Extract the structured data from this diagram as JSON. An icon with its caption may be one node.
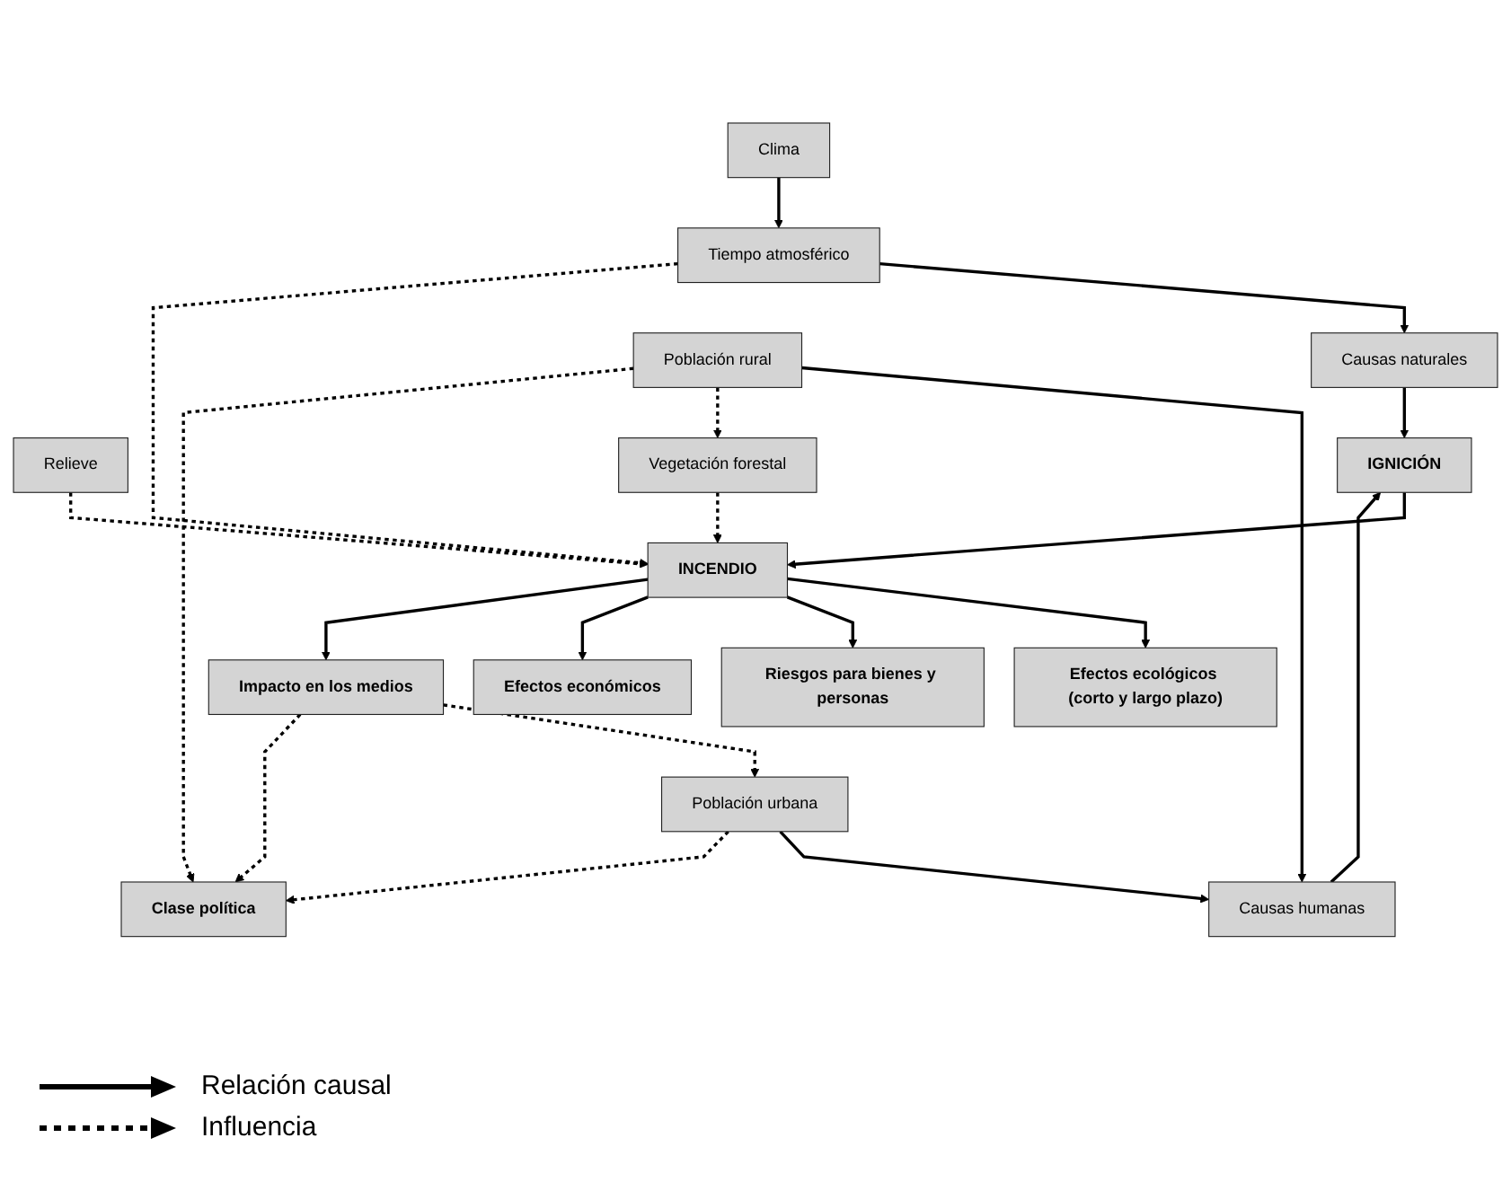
{
  "diagram": {
    "nodes": [
      {
        "text": [
          "Clima"
        ]
      },
      {
        "text": [
          "Tiempo atmosférico"
        ]
      },
      {
        "text": [
          "Causas naturales"
        ]
      },
      {
        "text": [
          "Relieve"
        ]
      },
      {
        "text": [
          "IGNICIÓN"
        ]
      },
      {
        "text": [
          "INCENDIO"
        ]
      },
      {
        "text": [
          "Efectos ecológicos (corto y largo plazo)"
        ]
      },
      {
        "text": [
          "Riesgos para bienes y personas"
        ]
      },
      {
        "text": [
          "Efectos económicos"
        ]
      },
      {
        "text": [
          "Impacto en los medios"
        ]
      },
      {
        "text": [
          "Causas humanas"
        ]
      },
      {
        "text": [
          "Vegetación forestal"
        ]
      },
      {
        "text": [
          "Población urbana"
        ]
      },
      {
        "text": [
          "Población rural"
        ]
      },
      {
        "text": [
          "Clase política"
        ]
      }
    ],
    "edges": [
      {
        "from": 0,
        "to": 1,
        "arrow": "to"
      },
      {
        "from": 1,
        "to": 2,
        "arrow": "to"
      },
      {
        "from": 1,
        "to": 5,
        "arrow": "to",
        "style": "dashed"
      },
      {
        "from": 2,
        "to": 4,
        "arrow": "to"
      },
      {
        "from": 3,
        "to": 5,
        "arrow": "to",
        "style": "dashed"
      },
      {
        "from": 4,
        "to": 5,
        "arrow": "to"
      },
      {
        "from": 5,
        "to": 6,
        "arrow": "to"
      },
      {
        "from": 5,
        "to": 7,
        "arrow": "to"
      },
      {
        "from": 5,
        "to": 8,
        "arrow": "to"
      },
      {
        "from": 5,
        "to": 9,
        "arrow": "to"
      },
      {
        "from": 10,
        "to": 4,
        "arrow": "to"
      },
      {
        "from": 11,
        "to": 5,
        "arrow": "to",
        "style": "dashed"
      },
      {
        "from": 13,
        "to": 10,
        "arrow": "to"
      },
      {
        "from": 12,
        "to": 10,
        "arrow": "to"
      },
      {
        "from": 13,
        "to": 11,
        "arrow": "to",
        "style": "dashed"
      },
      {
        "from": 9,
        "to": 12,
        "arrow": "to",
        "style": "dashed"
      },
      {
        "from": 9,
        "to": 14,
        "arrow": "to",
        "style": "dashed"
      },
      {
        "from": 12,
        "to": 14,
        "arrow": "to",
        "style": "dashed"
      },
      {
        "from": 13,
        "to": 14,
        "arrow": "to",
        "style": "dashed"
      }
    ],
    "legend": [
      {
        "text": "Relación causal"
      },
      {
        "text": "Influencia"
      }
    ]
  }
}
